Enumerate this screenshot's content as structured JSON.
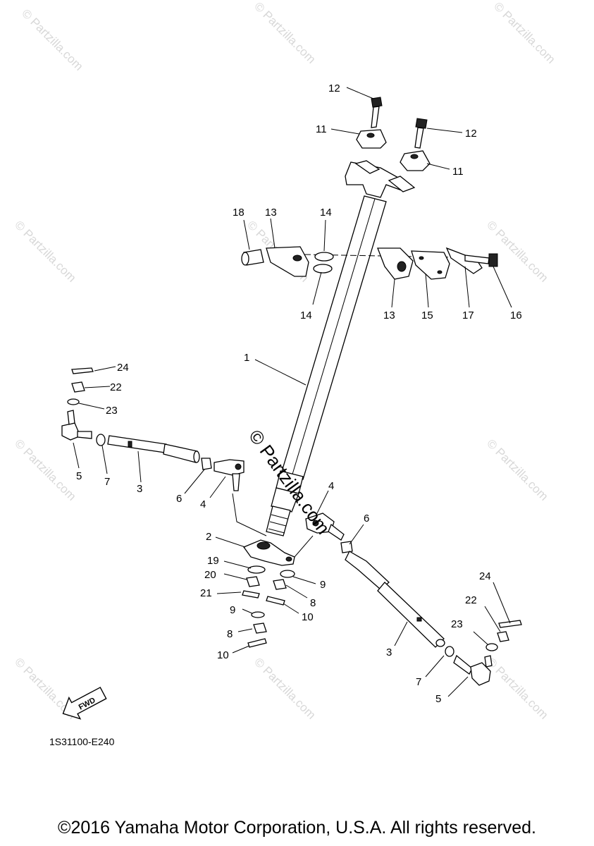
{
  "diagram_code": "1S31100-E240",
  "direction_arrow": "FWD",
  "watermark": "© Partzilla.com",
  "copyright": "©2016 Yamaha Motor Corporation, U.S.A. All rights reserved.",
  "callouts": [
    "1",
    "2",
    "3",
    "3",
    "4",
    "4",
    "5",
    "5",
    "6",
    "6",
    "7",
    "7",
    "8",
    "8",
    "9",
    "9",
    "10",
    "10",
    "11",
    "11",
    "12",
    "12",
    "13",
    "13",
    "14",
    "14",
    "15",
    "16",
    "17",
    "18",
    "19",
    "20",
    "21",
    "22",
    "22",
    "23",
    "23",
    "24",
    "24"
  ]
}
